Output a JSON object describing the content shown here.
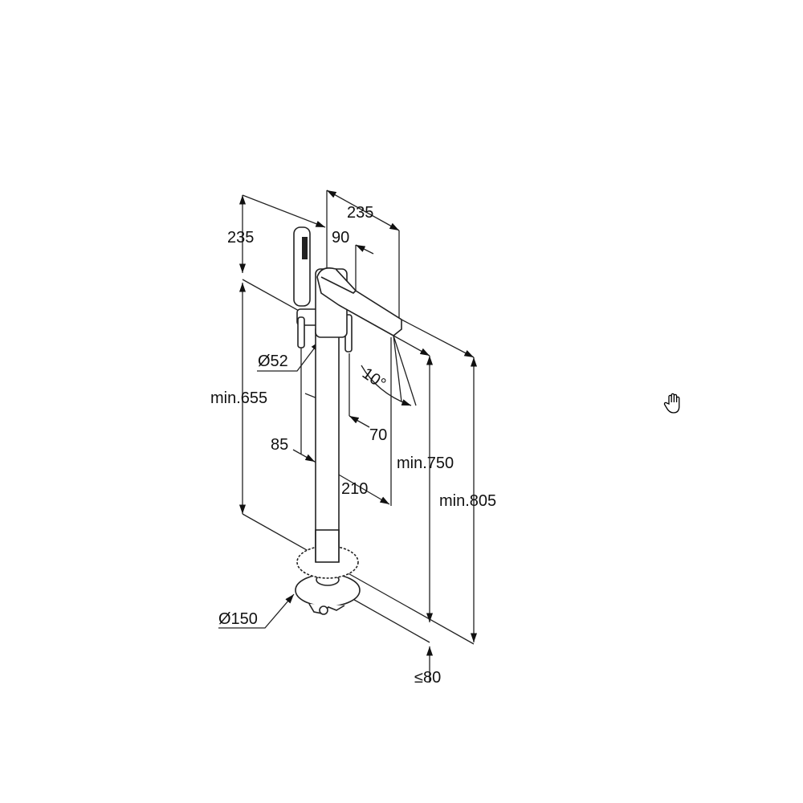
{
  "drawing": {
    "title": "Freestanding bath mixer dimension drawing",
    "dimensions": {
      "hand_shower_height": "235",
      "spout_reach": "235",
      "spout_offset": "90",
      "body_diameter": "Ø52",
      "spout_angle": "10°",
      "min_height_655": "min.655",
      "pin_offset": "70",
      "shower_offset": "85",
      "min_height_750": "min.750",
      "outlet_offset": "210",
      "min_height_805": "min.805",
      "base_diameter": "Ø150",
      "floor_depth": "≤80"
    }
  },
  "cursor": {
    "icon": "hand-pointer-icon"
  },
  "colors": {
    "line": "#222222",
    "background": "#ffffff"
  }
}
